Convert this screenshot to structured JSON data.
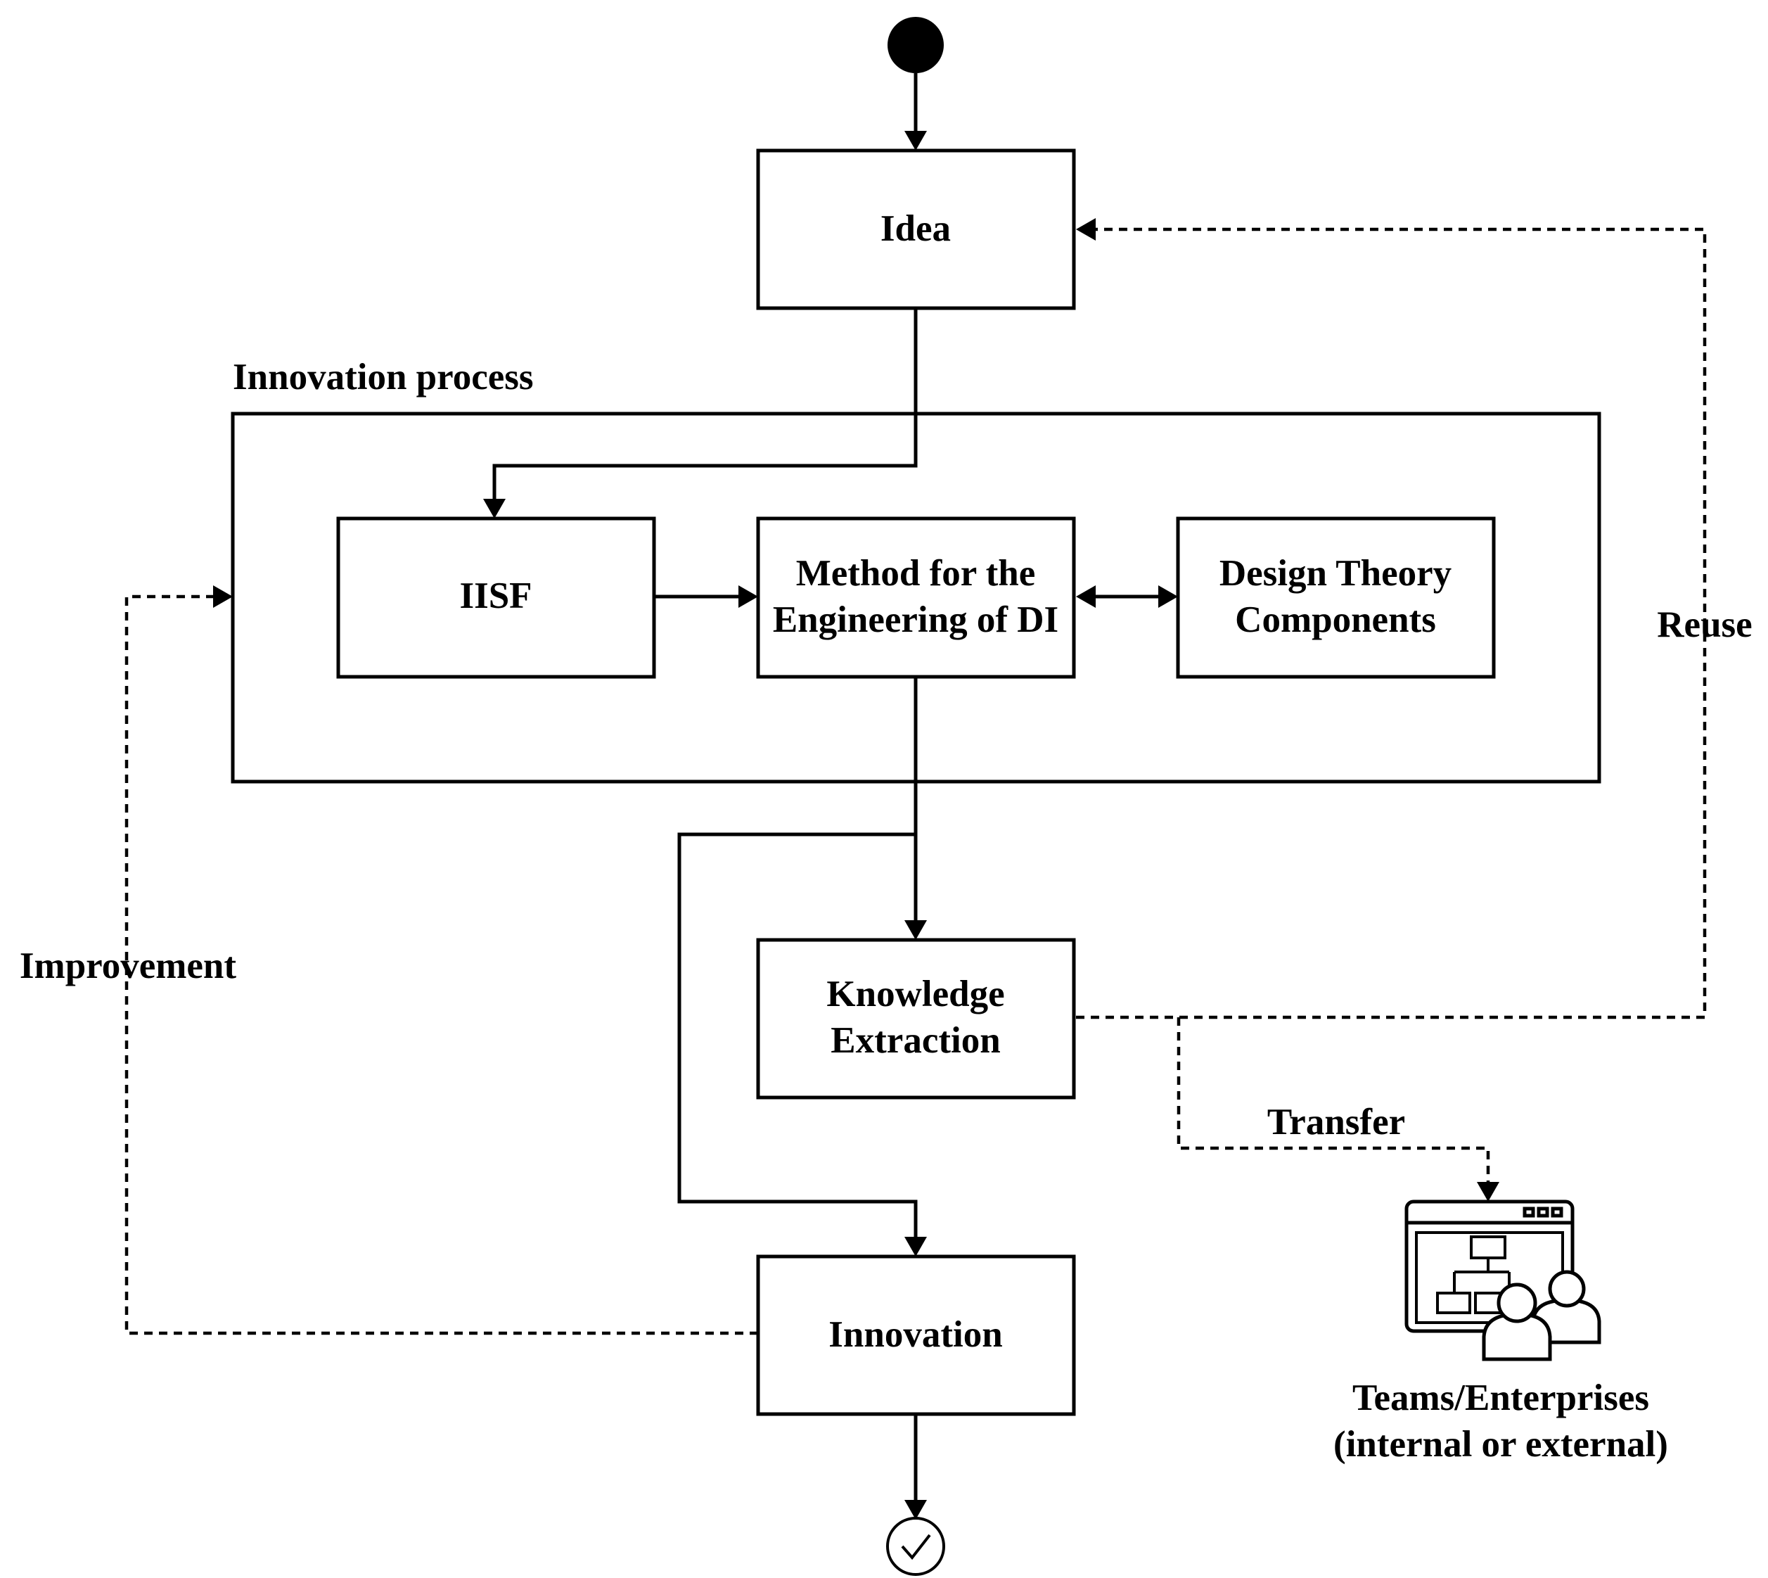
{
  "nodes": {
    "idea": "Idea",
    "innovation_process_label": "Innovation process",
    "iisf": "IISF",
    "method_line1": "Method for the",
    "method_line2": "Engineering of DI",
    "design_line1": "Design Theory",
    "design_line2": "Components",
    "knowledge_line1": "Knowledge",
    "knowledge_line2": "Extraction",
    "innovation": "Innovation",
    "teams_line1": "Teams/Enterprises",
    "teams_line2": "(internal or external)"
  },
  "edge_labels": {
    "reuse": "Reuse",
    "improvement": "Improvement",
    "transfer": "Transfer"
  },
  "icons": {
    "start": "start-node-filled-circle",
    "end": "end-node-check-circle",
    "teams": "teams-org-chart-icon"
  }
}
